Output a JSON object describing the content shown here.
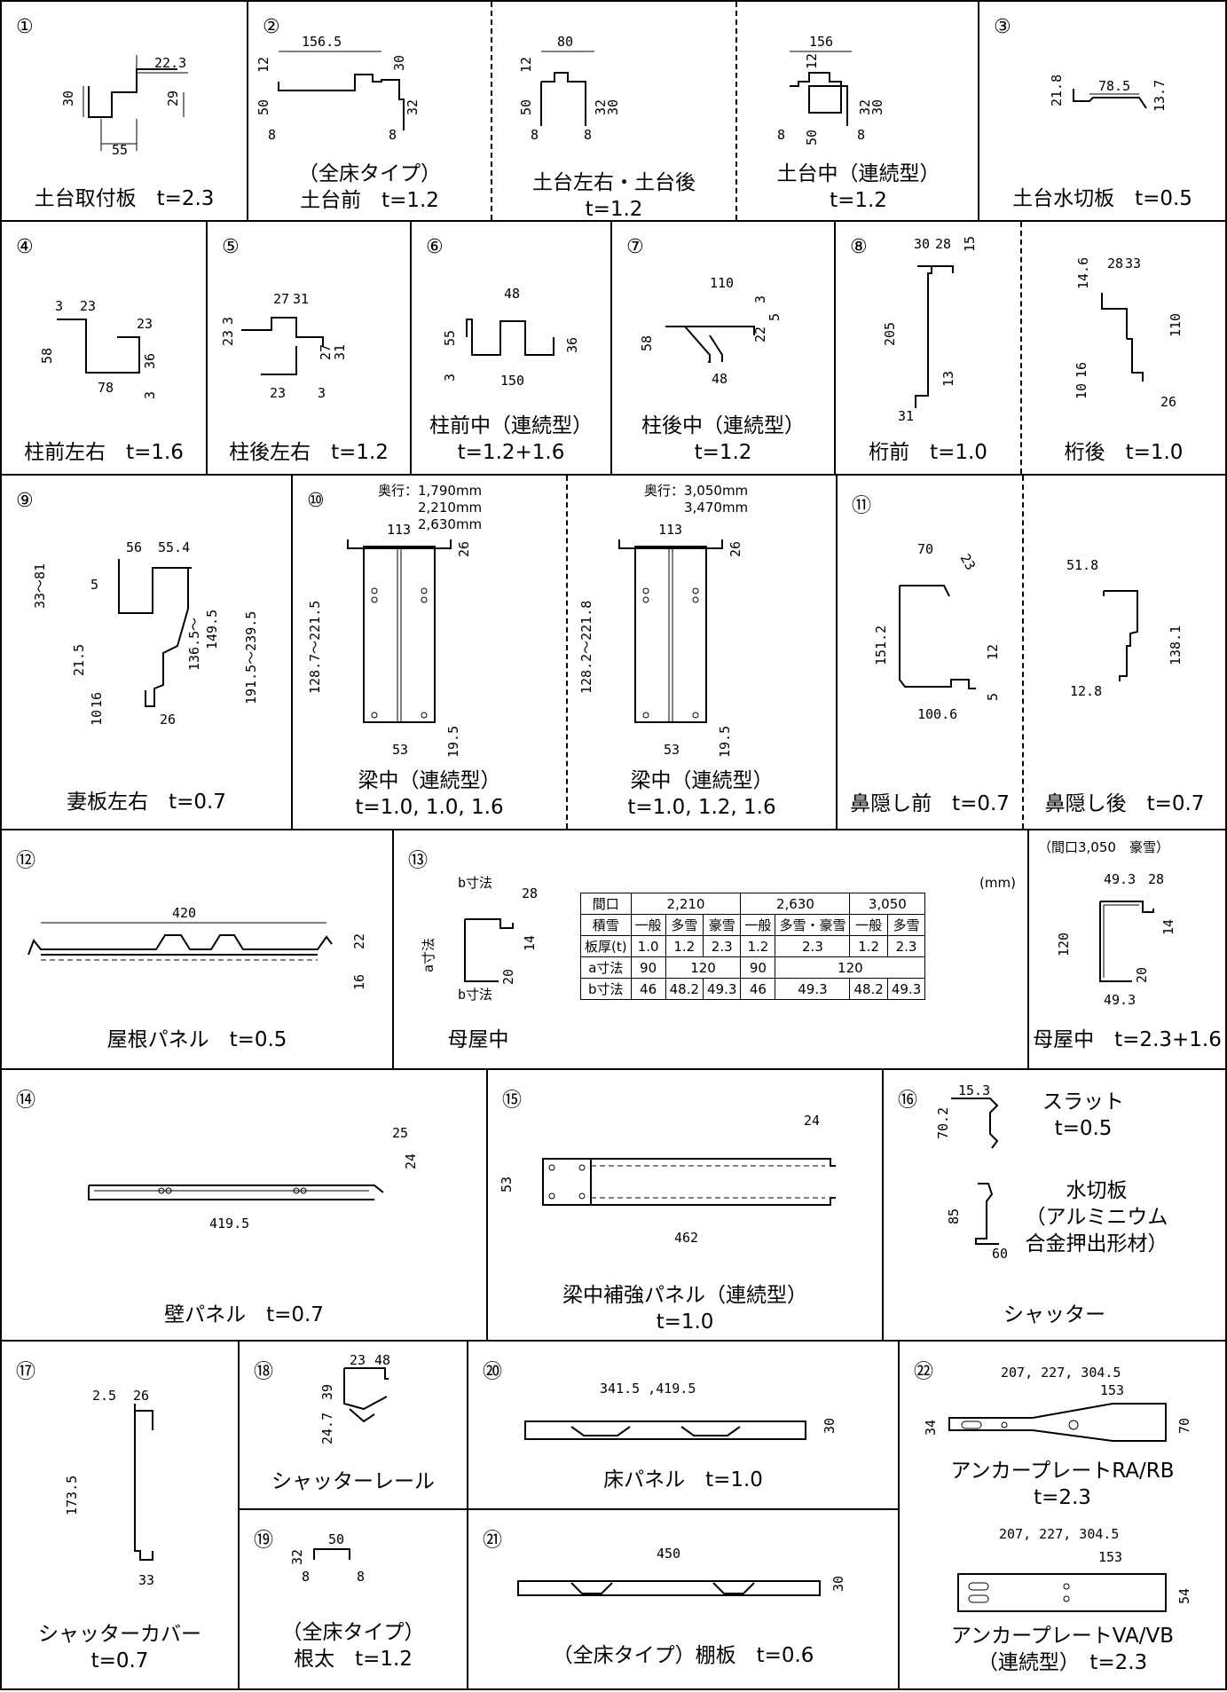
{
  "row1": {
    "p1": {
      "num": "①",
      "caption": "土台取付板　t=2.3",
      "dims": [
        "22.3",
        "30",
        "29",
        "55"
      ]
    },
    "p2": {
      "num": "②",
      "caption": "（全床タイプ）\n土台前　t=1.2",
      "dims": [
        "156.5",
        "12",
        "30",
        "50",
        "32",
        "8",
        "8"
      ]
    },
    "p2b": {
      "caption": "土台左右・土台後\nt=1.2",
      "dims": [
        "80",
        "12",
        "50",
        "32",
        "30",
        "8",
        "8"
      ]
    },
    "p2c": {
      "caption": "土台中（連続型）\nt=1.2",
      "dims": [
        "156",
        "12",
        "32",
        "30",
        "8",
        "50",
        "8"
      ]
    },
    "p3": {
      "num": "③",
      "caption": "土台水切板　t=0.5",
      "dims": [
        "21.8",
        "78.5",
        "13.7"
      ]
    }
  },
  "row2": {
    "p4": {
      "num": "④",
      "caption": "柱前左右　t=1.6",
      "dims": [
        "3",
        "23",
        "23",
        "58",
        "36",
        "78",
        "3"
      ]
    },
    "p5": {
      "num": "⑤",
      "caption": "柱後左右　t=1.2",
      "dims": [
        "27",
        "31",
        "3",
        "23",
        "27",
        "31",
        "23",
        "3"
      ]
    },
    "p6": {
      "num": "⑥",
      "caption": "柱前中（連続型）\nt=1.2+1.6",
      "dims": [
        "48",
        "55",
        "36",
        "3",
        "150"
      ]
    },
    "p7": {
      "num": "⑦",
      "caption": "柱後中（連続型）\nt=1.2",
      "dims": [
        "110",
        "3",
        "5",
        "58",
        "22",
        "48"
      ]
    },
    "p8": {
      "num": "⑧",
      "caption": "桁前　t=1.0",
      "dims": [
        "30",
        "28",
        "15",
        "205",
        "13",
        "31"
      ]
    },
    "p8b": {
      "caption": "桁後　t=1.0",
      "dims": [
        "14.6",
        "28",
        "33",
        "110",
        "10",
        "16",
        "26"
      ]
    }
  },
  "row3": {
    "p9": {
      "num": "⑨",
      "caption": "妻板左右　t=0.7",
      "dims": [
        "56",
        "55.4",
        "5",
        "33～81",
        "136.5～",
        "149.5",
        "191.5～239.5",
        "21.5",
        "10",
        "16",
        "26"
      ]
    },
    "p10": {
      "num": "⑩",
      "note": "奥行：1,790mm\n　　　2,210mm\n　　　2,630mm",
      "caption": "梁中（連続型）\nt=1.0, 1.0, 1.6",
      "dims": [
        "113",
        "26",
        "128.7～221.5",
        "53",
        "19.5"
      ]
    },
    "p10b": {
      "note": "奥行：3,050mm\n　　　3,470mm",
      "caption": "梁中（連続型）\nt=1.0, 1.2, 1.6",
      "dims": [
        "113",
        "26",
        "128.2～221.8",
        "53",
        "19.5"
      ]
    },
    "p11": {
      "num": "⑪",
      "caption": "鼻隠し前　t=0.7",
      "dims": [
        "70",
        "23",
        "151.2",
        "12",
        "5",
        "100.6"
      ]
    },
    "p11b": {
      "caption": "鼻隠し後　t=0.7",
      "dims": [
        "51.8",
        "138.1",
        "12.8"
      ]
    }
  },
  "row4": {
    "p12": {
      "num": "⑫",
      "caption": "屋根パネル　t=0.5",
      "dims": [
        "420",
        "22",
        "16"
      ]
    },
    "p13": {
      "num": "⑬",
      "caption": "母屋中",
      "dims": [
        "b寸法",
        "28",
        "a寸法",
        "14",
        "20",
        "b寸法"
      ],
      "unit": "(mm)",
      "table": {
        "rows": [
          [
            "間口",
            "2,210",
            "",
            "",
            "2,630",
            "",
            "3,050",
            ""
          ],
          [
            "積雪",
            "一般",
            "多雪",
            "豪雪",
            "一般",
            "多雪・豪雪",
            "一般",
            "多雪"
          ],
          [
            "板厚(t)",
            "1.0",
            "1.2",
            "2.3",
            "1.2",
            "2.3",
            "1.2",
            "2.3"
          ],
          [
            "a寸法",
            "90",
            "120",
            "",
            "90",
            "120",
            "",
            ""
          ],
          [
            "b寸法",
            "46",
            "48.2",
            "49.3",
            "46",
            "49.3",
            "48.2",
            "49.3"
          ]
        ]
      }
    },
    "p13b": {
      "note": "（間口3,050　豪雪）",
      "caption": "母屋中　t=2.3+1.6",
      "dims": [
        "49.3",
        "28",
        "120",
        "14",
        "20",
        "49.3"
      ]
    }
  },
  "row5": {
    "p14": {
      "num": "⑭",
      "caption": "壁パネル　t=0.7",
      "dims": [
        "25",
        "24",
        "419.5"
      ]
    },
    "p15": {
      "num": "⑮",
      "caption": "梁中補強パネル（連続型）\nt=1.0",
      "dims": [
        "24",
        "53",
        "462"
      ]
    },
    "p16": {
      "num": "⑯",
      "caption": "シャッター",
      "slat": "スラット\nt=0.5",
      "mizukiri": "水切板\n（アルミニウム\n合金押出形材）",
      "dims": [
        "15.3",
        "70.2",
        "85",
        "60"
      ]
    }
  },
  "row6": {
    "p17": {
      "num": "⑰",
      "caption": "シャッターカバー\nt=0.7",
      "dims": [
        "2.5",
        "26",
        "173.5",
        "33"
      ]
    },
    "p18": {
      "num": "⑱",
      "caption": "シャッターレール",
      "dims": [
        "23",
        "48",
        "39",
        "24.7"
      ]
    },
    "p19": {
      "num": "⑲",
      "caption": "（全床タイプ）\n根太　t=1.2",
      "dims": [
        "50",
        "32",
        "8",
        "8"
      ]
    },
    "p20": {
      "num": "⑳",
      "caption": "床パネル　t=1.0",
      "dims": [
        "341.5 ,419.5",
        "30"
      ]
    },
    "p21": {
      "num": "㉑",
      "caption": "（全床タイプ）棚板　t=0.6",
      "dims": [
        "450",
        "30"
      ]
    },
    "p22": {
      "num": "㉒",
      "caption": "アンカープレートRA/RB\nt=2.3",
      "caption2": "アンカープレートVA/VB\n（連続型）　t=2.3",
      "dims": [
        "207, 227, 304.5",
        "153",
        "34",
        "70",
        "207, 227, 304.5",
        "153",
        "54"
      ]
    }
  }
}
